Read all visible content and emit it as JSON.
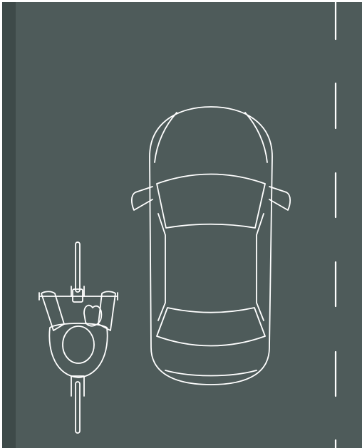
{
  "colors": {
    "asphalt": "#4e5b5a",
    "curb": "#3e4a49",
    "line": "#ffffff",
    "background": "#ffffff"
  },
  "elements": {
    "road": "road-surface",
    "curb": "road-curb",
    "lane_divider": "dashed-lane-line",
    "car": "car-top-view-icon",
    "cyclist": "cyclist-top-view-icon"
  }
}
